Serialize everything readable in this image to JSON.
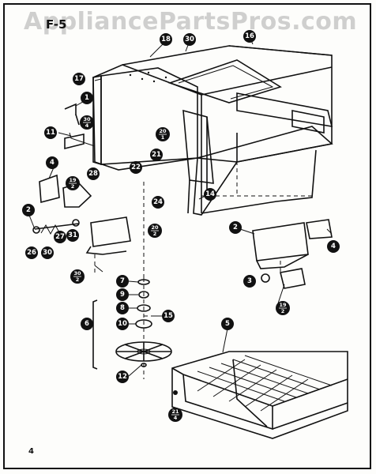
{
  "watermark": "AppliancePartsPros.com",
  "section_label": "F-5",
  "page_number": "4",
  "callouts": [
    {
      "id": "c1",
      "top": "1",
      "bottom": ""
    },
    {
      "id": "c2a",
      "top": "2",
      "bottom": ""
    },
    {
      "id": "c2b",
      "top": "2",
      "bottom": ""
    },
    {
      "id": "c3",
      "top": "3",
      "bottom": ""
    },
    {
      "id": "c4a",
      "top": "4",
      "bottom": ""
    },
    {
      "id": "c4b",
      "top": "4",
      "bottom": ""
    },
    {
      "id": "c5",
      "top": "5",
      "bottom": ""
    },
    {
      "id": "c6",
      "top": "6",
      "bottom": ""
    },
    {
      "id": "c7",
      "top": "7",
      "bottom": ""
    },
    {
      "id": "c8",
      "top": "8",
      "bottom": ""
    },
    {
      "id": "c9",
      "top": "9",
      "bottom": ""
    },
    {
      "id": "c10",
      "top": "10",
      "bottom": ""
    },
    {
      "id": "c11",
      "top": "11",
      "bottom": ""
    },
    {
      "id": "c12",
      "top": "12",
      "bottom": ""
    },
    {
      "id": "c14",
      "top": "14",
      "bottom": ""
    },
    {
      "id": "c15",
      "top": "15",
      "bottom": ""
    },
    {
      "id": "c16",
      "top": "16",
      "bottom": ""
    },
    {
      "id": "c17",
      "top": "17",
      "bottom": ""
    },
    {
      "id": "c18",
      "top": "18",
      "bottom": ""
    },
    {
      "id": "c19a",
      "top": "19",
      "bottom": "2"
    },
    {
      "id": "c19b",
      "top": "19",
      "bottom": "2"
    },
    {
      "id": "c20a",
      "top": "20",
      "bottom": "1"
    },
    {
      "id": "c20b",
      "top": "20",
      "bottom": "2"
    },
    {
      "id": "c21a",
      "top": "21",
      "bottom": ""
    },
    {
      "id": "c21b",
      "top": "21",
      "bottom": "4"
    },
    {
      "id": "c22",
      "top": "22",
      "bottom": ""
    },
    {
      "id": "c24",
      "top": "24",
      "bottom": ""
    },
    {
      "id": "c26",
      "top": "26",
      "bottom": ""
    },
    {
      "id": "c27",
      "top": "27",
      "bottom": ""
    },
    {
      "id": "c28",
      "top": "28",
      "bottom": ""
    },
    {
      "id": "c30a",
      "top": "30",
      "bottom": ""
    },
    {
      "id": "c30b",
      "top": "30",
      "bottom": "4"
    },
    {
      "id": "c30c",
      "top": "30",
      "bottom": "2"
    },
    {
      "id": "c30d",
      "top": "30",
      "bottom": ""
    },
    {
      "id": "c31",
      "top": "31",
      "bottom": ""
    }
  ]
}
